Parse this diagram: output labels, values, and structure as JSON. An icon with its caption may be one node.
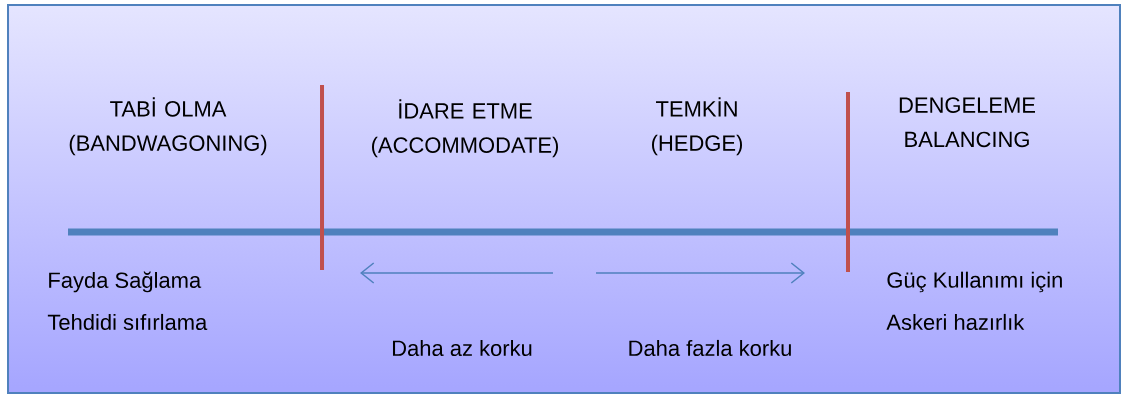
{
  "diagram": {
    "labels": [
      "TABİ OLMA (BANDWAGONING)",
      "İDARE ETME (ACCOMMODATE)",
      "TEMKİN (HEDGE)",
      "DENGELEME BALANCING",
      "Fayda Sağlama",
      "Tehdidi sıfırlama",
      "Güç Kullanımı için",
      "Askeri hazırlık",
      "Daha az korku",
      "Daha fazla korku"
    ]
  }
}
